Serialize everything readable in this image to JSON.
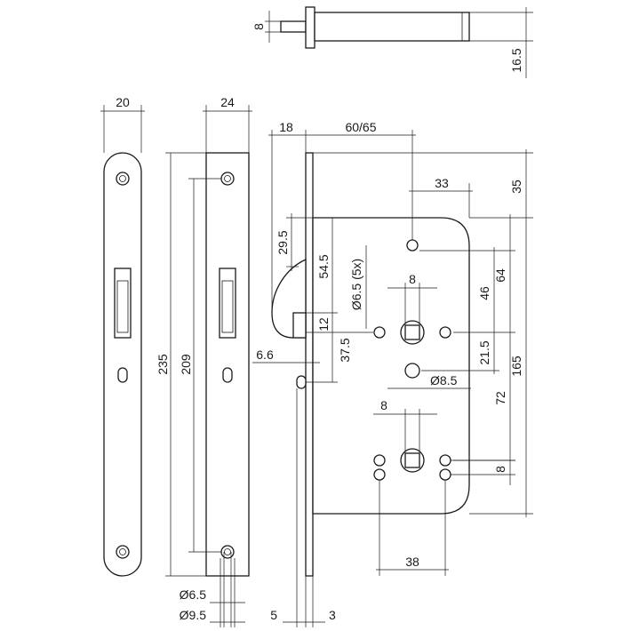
{
  "dimensions": {
    "spindle_8": "8",
    "spindle_16_5": "16.5",
    "faceplate_width_20": "20",
    "forend_width_24": "24",
    "backset_18": "18",
    "backset_60_65": "60/65",
    "offset_33": "33",
    "top_35": "35",
    "latch_29_5": "29.5",
    "hole_54_5": "54.5",
    "hole_dia_6_5_5x": "Ø6.5 (5x)",
    "square_8_upper": "8",
    "dist_46": "46",
    "dist_64": "64",
    "height_235": "235",
    "height_209": "209",
    "height_165": "165",
    "dist_12": "12",
    "dist_37_5": "37.5",
    "dist_21_5": "21.5",
    "hole_dia_8_5": "Ø8.5",
    "dist_6_6": "6.6",
    "dist_72": "72",
    "square_8_lower": "8",
    "hole_gap_8": "8",
    "dist_38": "38",
    "screw_dia_6_5": "Ø6.5",
    "screw_dia_9_5": "Ø9.5",
    "plate_5": "5",
    "plate_3": "3"
  }
}
